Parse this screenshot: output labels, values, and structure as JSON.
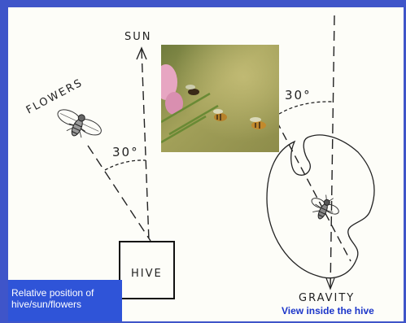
{
  "diagram": {
    "sun_label": "SUN",
    "flowers_label": "FLOWERS",
    "hive_label": "HIVE",
    "gravity_label": "GRAVITY",
    "angle_left": "30°",
    "angle_right": "30°"
  },
  "captions": {
    "relative_position": "Relative position of hive/sun/flowers",
    "view_inside": "View inside the hive"
  },
  "colors": {
    "frame_blue": "#3f55c9",
    "caption_bg": "#2f54d8",
    "caption_text_blue": "#1b35c9"
  }
}
